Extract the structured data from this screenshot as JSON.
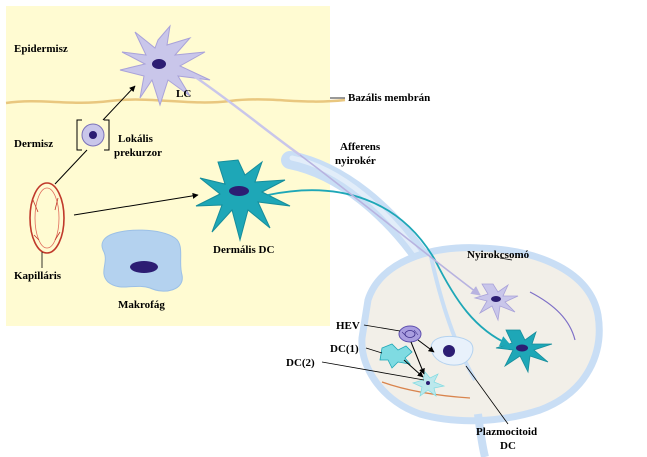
{
  "labels": {
    "epidermisz": "Epidermisz",
    "lc": "LC",
    "bazalis_membran": "Bazális membrán",
    "dermisz": "Dermisz",
    "lokalis": "Lokális",
    "prekurzor": "prekurzor",
    "afferens": "Afferens",
    "nyiroker": "nyirokér",
    "kapillaris": "Kapilláris",
    "dermalis_dc": "Dermális DC",
    "makrofag": "Makrofág",
    "nyirokcsomo": "Nyirokcsomó",
    "hev": "HEV",
    "dc1": "DC(1)",
    "dc2": "DC(2)",
    "plazmocitoid": "Plazmocitoid",
    "dc": "DC"
  },
  "colors": {
    "skin_background": "#fffbd2",
    "basal_membrane": "#e9c77f",
    "lymph_vessel": "#c9def5",
    "lymph_node_fill": "#f2efe8",
    "lc_cell": "#c9c6ea",
    "dermal_dc": "#1ea7b7",
    "macrophage": "#b4d2ef",
    "nucleus": "#2c1d73",
    "capillary": "#c0392b"
  }
}
